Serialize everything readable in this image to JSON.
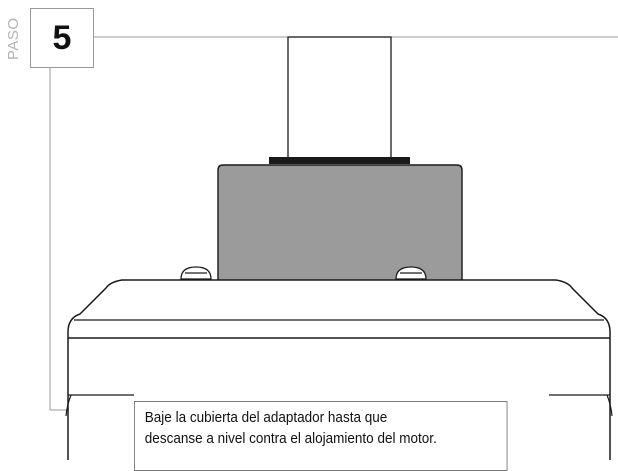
{
  "step": {
    "word": "PASO",
    "number": "5"
  },
  "caption": {
    "line1": "Baje la cubierta del adaptador hasta que",
    "line2": "descanse a nivel contra el alojamiento del motor."
  },
  "colors": {
    "outline": "#1a1a1a",
    "adapter_cover": "#9b9b9b",
    "frame_line": "#9a9a9a",
    "step_word": "#b3b3b3"
  }
}
